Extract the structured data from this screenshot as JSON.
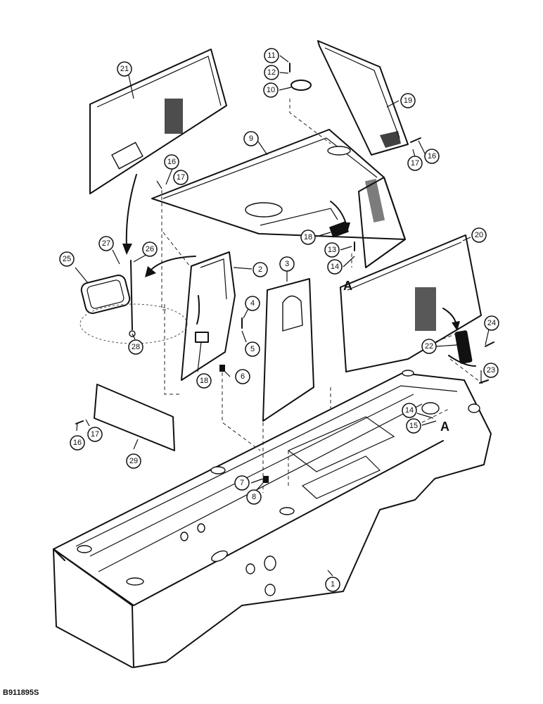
{
  "figure_code": "B911895S",
  "view_markers": [
    "A",
    "A"
  ],
  "callouts": [
    "21",
    "11",
    "12",
    "10",
    "19",
    "9",
    "16",
    "17",
    "16",
    "17",
    "18",
    "13",
    "14",
    "20",
    "27",
    "26",
    "25",
    "2",
    "3",
    "4",
    "5",
    "6",
    "18",
    "28",
    "24",
    "22",
    "23",
    "14",
    "15",
    "16",
    "17",
    "29",
    "7",
    "8",
    "1"
  ]
}
